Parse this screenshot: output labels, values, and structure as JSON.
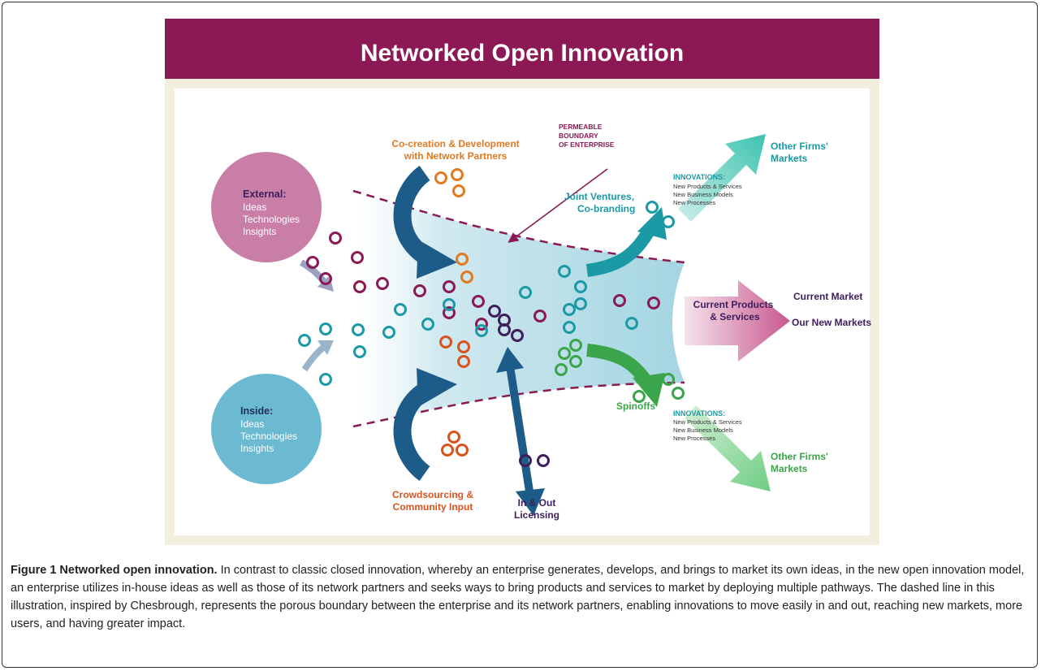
{
  "figure": {
    "banner_title": "Networked Open Innovation",
    "external": {
      "heading": "External:",
      "lines": [
        "Ideas",
        "Technologies",
        "Insights"
      ]
    },
    "inside": {
      "heading": "Inside:",
      "lines": [
        "Ideas",
        "Technologies",
        "Insights"
      ]
    },
    "cocreation": [
      "Co-creation & Development",
      "with Network Partners"
    ],
    "crowdsourcing": [
      "Crowdsourcing &",
      "Community Input"
    ],
    "licensing": [
      "In & Out",
      "Licensing"
    ],
    "boundary": [
      "PERMEABLE",
      "BOUNDARY",
      "OF ENTERPRISE"
    ],
    "joint_ventures": [
      "Joint Ventures,",
      "Co-branding"
    ],
    "spinoffs": "Spinoffs",
    "innovations_top": {
      "heading": "INNOVATIONS:",
      "lines": [
        "New Products & Services",
        "New Business Models",
        "New Processes"
      ]
    },
    "innovations_bottom": {
      "heading": "INNOVATIONS:",
      "lines": [
        "New Products & Services",
        "New Business Models",
        "New Processes"
      ]
    },
    "other_markets_top": [
      "Other Firms'",
      "Markets"
    ],
    "other_markets_bottom": [
      "Other Firms'",
      "Markets"
    ],
    "current_products": [
      "Current Products",
      "& Services"
    ],
    "current_market": "Current Market",
    "new_markets": "Our New Markets",
    "colors": {
      "banner": "#8d1856",
      "panel": "#f3efde",
      "external_circle": "#c97ea7",
      "inside_circle": "#6bbad1",
      "maroon": "#8b1a54",
      "teal": "#1b9aa6",
      "orange": "#e07a23",
      "red_orange": "#d9531e",
      "purple": "#3e1e5c",
      "green": "#3aa54a",
      "navy": "#1d5c88"
    }
  },
  "caption": {
    "title": "Figure 1 Networked open innovation.",
    "body": " In contrast to classic closed innovation, whereby an enterprise generates, develops, and brings to market its own ideas, in the new open innovation model, an enterprise utilizes in-house ideas as well as those of its network partners and seeks ways to bring products and services to market by deploying multiple pathways. The dashed line in this illustration, inspired by Chesbrough, represents the porous boundary between the enterprise and its network partners, enabling innovations to move easily in and out, reaching new markets, more users, and having greater impact."
  }
}
